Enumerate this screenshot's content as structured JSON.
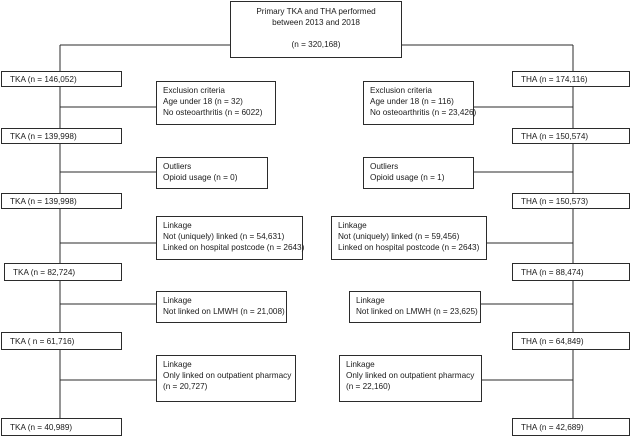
{
  "top": {
    "lines": [
      "Primary TKA and THA performed",
      "between 2013 and 2018"
    ],
    "count": "(n = 320,168)"
  },
  "tka": {
    "counts": [
      "TKA (n = 146,052)",
      "TKA (n = 139,998)",
      "TKA (n = 139,998)",
      "TKA (n = 82,724)",
      "TKA ( n = 61,716)",
      "TKA (n = 40,989)"
    ],
    "exclusions": [
      [
        "Exclusion criteria",
        "Age under 18 (n = 32)",
        "No osteoarthritis (n = 6022)"
      ],
      [
        "Outliers",
        "Opioid usage (n = 0)"
      ],
      [
        "Linkage",
        "Not (uniquely) linked (n = 54,631)",
        "Linked on hospital postcode (n = 2643)"
      ],
      [
        "Linkage",
        "Not linked on LMWH (n = 21,008)"
      ],
      [
        "Linkage",
        "Only linked on outpatient pharmacy",
        " (n = 20,727)"
      ]
    ]
  },
  "tha": {
    "counts": [
      "THA (n = 174,116)",
      "THA (n = 150,574)",
      "THA (n = 150,573)",
      "THA (n = 88,474)",
      "THA (n = 64,849)",
      "THA (n = 42,689)"
    ],
    "exclusions": [
      [
        "Exclusion criteria",
        "Age under 18 (n = 116)",
        "No osteoarthritis (n = 23,426)"
      ],
      [
        "Outliers",
        "Opioid usage (n = 1)"
      ],
      [
        "Linkage",
        "Not (uniquely) linked (n = 59,456)",
        "Linked on hospital postcode (n = 2643)"
      ],
      [
        "Linkage",
        "Not linked on LMWH (n = 23,625)"
      ],
      [
        "Linkage",
        "Only linked on outpatient pharmacy",
        " (n = 22,160)"
      ]
    ]
  }
}
